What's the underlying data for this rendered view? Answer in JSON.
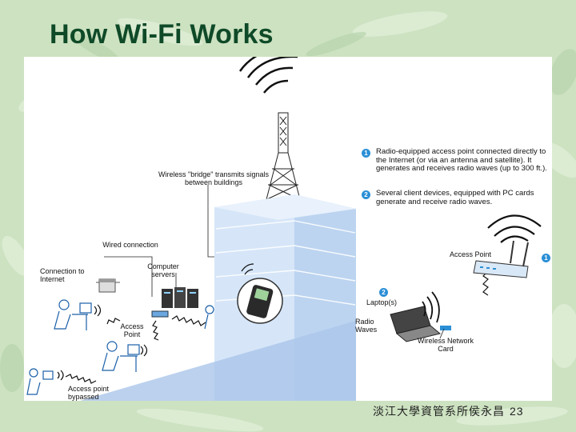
{
  "slide": {
    "title": "How Wi-Fi Works",
    "footer_text": "淡江大學資管系所侯永昌",
    "page_number": "23"
  },
  "diagram": {
    "labels": {
      "bridge": "Wireless \"bridge\" transmits signals between buildings",
      "wired_connection": "Wired connection",
      "connection_to_internet": "Connection to Internet",
      "computer_servers": "Computer servers",
      "access_point_left": "Access Point",
      "access_point_bypassed": "Access point bypassed",
      "access_point_right": "Access Point",
      "laptops": "Laptop(s)",
      "radio_waves": "Radio Waves",
      "wireless_network_card": "Wireless Network Card"
    },
    "notes": [
      {
        "num": "1",
        "text": "Radio-equipped access point connected directly to the Internet (or via an antenna and satellite). It generates and receives radio waves (up to 300 ft.)."
      },
      {
        "num": "2",
        "text": "Several client devices, equipped with PC cards generate and receive radio waves."
      }
    ],
    "markers": {
      "access_point_num": "1",
      "laptop_num": "2"
    }
  },
  "colors": {
    "title": "#0f4a28",
    "background": "#cfe3c4",
    "building": "#cfe2f7",
    "marker": "#2b8fd6"
  }
}
